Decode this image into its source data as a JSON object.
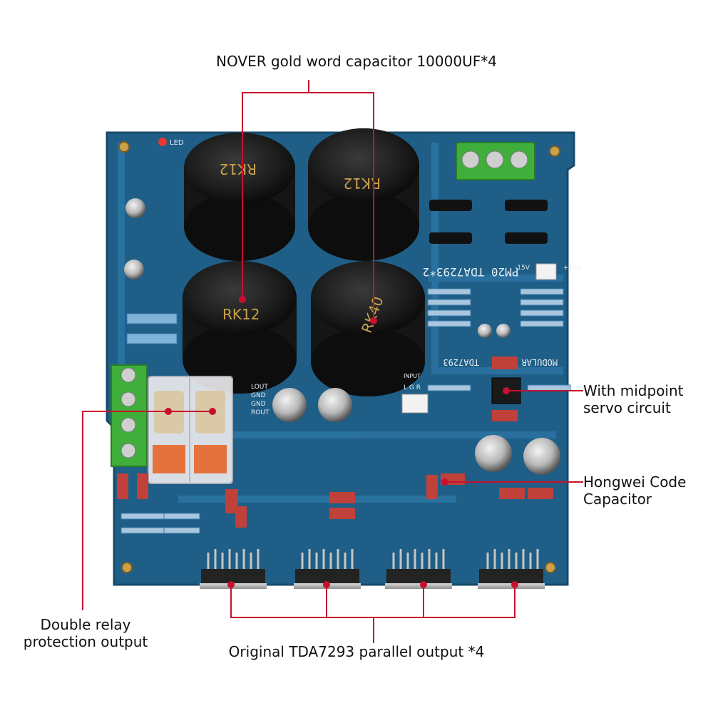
{
  "annotations": {
    "top": {
      "text": "NOVER gold word capacitor 10000UF*4"
    },
    "servo": {
      "line1": "With midpoint",
      "line2": "servo circuit"
    },
    "hongwei": {
      "line1": "Hongwei Code",
      "line2": "Capacitor"
    },
    "relay": {
      "line1": "Double relay",
      "line2": "protection output"
    },
    "bottom": {
      "text": "Original TDA7293 parallel output *4"
    }
  },
  "board": {
    "silkscreen_model": "PM20 TDA7293*2",
    "silkscreen_chip": "TDA7293",
    "silkscreen_modular": "MODULAR",
    "led_label": "LED",
    "input_label": "L G R",
    "input_text": "INPUT",
    "output_labels": [
      "LOUT",
      "GND",
      "GND",
      "ROUT"
    ],
    "power_labels": [
      "+15V",
      "-15V"
    ],
    "cap_marks": [
      "RK12",
      "RK12",
      "RK12",
      "RK40"
    ]
  },
  "colors": {
    "pcb": "#1f5e86",
    "pcb_trace": "#2b74a3",
    "cap_body": "#1a1a1a",
    "marker_line": "#c8102e",
    "terminal_green": "#3fae3a"
  }
}
